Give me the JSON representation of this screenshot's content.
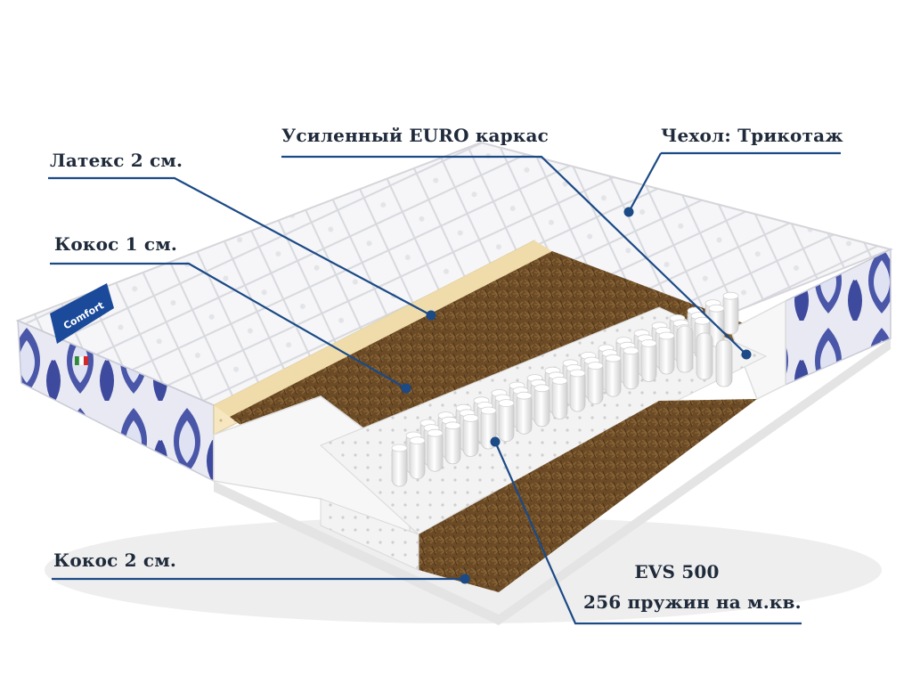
{
  "labels": {
    "reinforced_frame": "Усиленный EURO каркас",
    "cover": "Чехол: Трикотаж",
    "latex": "Латекс 2 см.",
    "coconut_top": "Кокос 1 см.",
    "coconut_bottom": "Кокос 2 см.",
    "spring_block": "EVS 500",
    "spring_density": "256 пружин на м.кв."
  },
  "colors": {
    "leader_line": "#1b4a86",
    "label_text": "#1f2a3a",
    "cover_fabric": "#f4f4f6",
    "side_pattern": "#3d4a9e",
    "latex": "#f5e6bf",
    "coconut": "#6b4a26",
    "foam": "#fafafa",
    "springs": "#f2f2f2"
  },
  "icons": {
    "brand_badge": "brand-label-icon",
    "flag": "italian-flag-icon"
  }
}
